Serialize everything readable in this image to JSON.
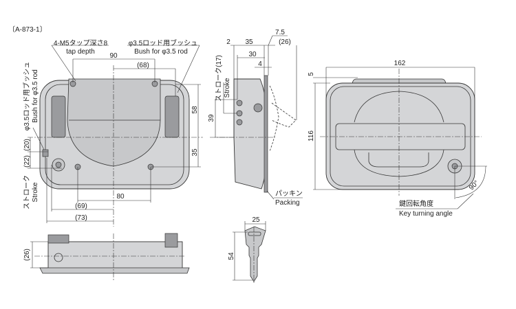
{
  "drawing_id": "〔A-873-1〕",
  "front_view": {
    "tap_label_jp": "4-M5タップ深さ8",
    "tap_label_en": "tap depth",
    "bush_label_jp": "φ3.5ロッド用ブッシュ",
    "bush_label_en": "Bush for φ3.5 rod",
    "dim_90": "90",
    "dim_68": "(68)",
    "dim_58": "58",
    "dim_35": "35",
    "dim_20": "(20)",
    "dim_22": "(22)",
    "stroke_jp": "ストローク",
    "stroke_en": "Stroke",
    "dim_80": "80",
    "dim_69": "(69)",
    "dim_73": "(73)"
  },
  "side_view": {
    "dim_2": "2",
    "dim_35": "35",
    "dim_7_5": "7.5",
    "dim_26": "(26)",
    "dim_30": "30",
    "dim_4": "4",
    "stroke_jp": "ストローク(17)",
    "stroke_en": "Stroke",
    "dim_39": "39",
    "packing_jp": "パッキン",
    "packing_en": "Packing"
  },
  "rear_view": {
    "dim_162": "162",
    "dim_5": "5",
    "dim_116": "116",
    "angle": "90°",
    "key_angle_jp": "鍵回転角度",
    "key_angle_en": "Key turning angle"
  },
  "bottom_view": {
    "dim_26": "(26)"
  },
  "key_view": {
    "dim_25": "25",
    "dim_54": "54"
  }
}
